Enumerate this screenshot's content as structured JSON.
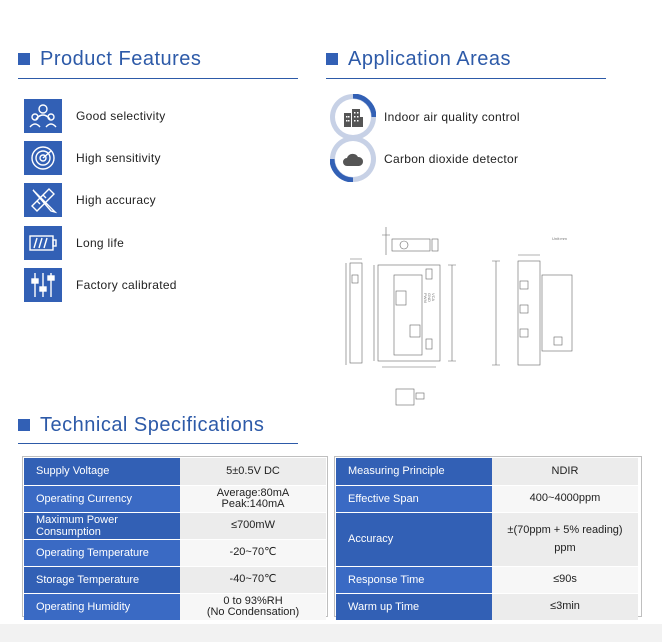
{
  "features_section": {
    "title": "Product Features",
    "items": [
      {
        "label": "Good selectivity",
        "icon": "people-icon"
      },
      {
        "label": "High sensitivity",
        "icon": "radar-icon"
      },
      {
        "label": "High accuracy",
        "icon": "ruler-pencil-icon"
      },
      {
        "label": "Long life",
        "icon": "battery-icon"
      },
      {
        "label": "Factory calibrated",
        "icon": "sliders-icon"
      }
    ]
  },
  "applications_section": {
    "title": "Application Areas",
    "items": [
      {
        "label": "Indoor air quality control",
        "icon": "building-icon"
      },
      {
        "label": "Carbon dioxide detector",
        "icon": "cloud-icon"
      }
    ]
  },
  "diagram": {
    "unit_label": "Unit:mm",
    "pin_labels": [
      "VCA",
      "GND",
      "PWM"
    ]
  },
  "specs_section": {
    "title": "Technical Specifications",
    "left_table": [
      {
        "key": "Supply Voltage",
        "value": "5±0.5V DC"
      },
      {
        "key": "Operating Currency",
        "value": "Average:80mA\nPeak:140mA"
      },
      {
        "key": "Maximum Power Consumption",
        "value": "≤700mW"
      },
      {
        "key": "Operating Temperature",
        "value": "-20~70℃"
      },
      {
        "key": "Storage Temperature",
        "value": "-40~70℃"
      },
      {
        "key": "Operating Humidity",
        "value": "0 to 93%RH\n(No Condensation)"
      }
    ],
    "right_table": [
      {
        "key": "Measuring Principle",
        "value": "NDIR"
      },
      {
        "key": "Effective Span",
        "value": "400~4000ppm"
      },
      {
        "key": "Accuracy",
        "value": "±(70ppm + 5% reading) ppm"
      },
      {
        "key": "Response Time",
        "value": "≤90s"
      },
      {
        "key": "Warm up Time",
        "value": "≤3min"
      }
    ]
  },
  "colors": {
    "accent": "#3260b5",
    "heading": "#2d5aa8",
    "cell_gray": "#ececec"
  }
}
